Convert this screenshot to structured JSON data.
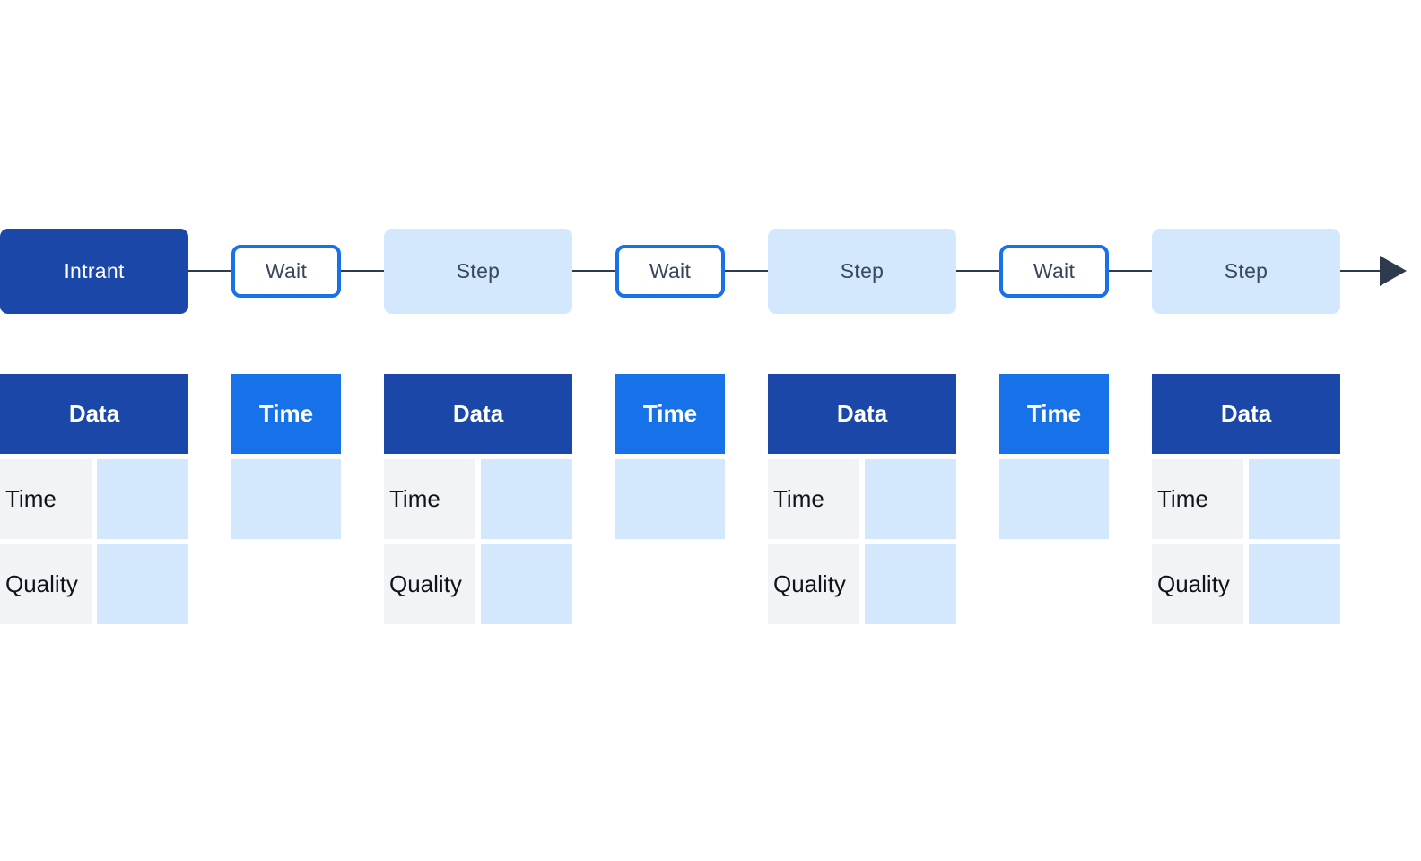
{
  "colors": {
    "input_fill": "#1a47a8",
    "step_fill": "#d4e8fd",
    "wait_border": "#1772ea",
    "data_header": "#1a47a8",
    "time_header": "#1772ea",
    "label_fill": "#f2f3f6",
    "value_fill": "#d4e8fd",
    "connector": "#2e3a4e"
  },
  "flow": [
    {
      "kind": "input",
      "label": "Intrant"
    },
    {
      "kind": "wait",
      "label": "Wait"
    },
    {
      "kind": "step",
      "label": "Step"
    },
    {
      "kind": "wait",
      "label": "Wait"
    },
    {
      "kind": "step",
      "label": "Step"
    },
    {
      "kind": "wait",
      "label": "Wait"
    },
    {
      "kind": "step",
      "label": "Step"
    }
  ],
  "tables": [
    {
      "kind": "data",
      "header": "Data",
      "rows": [
        {
          "label": "Time"
        },
        {
          "label": "Quality"
        }
      ]
    },
    {
      "kind": "time",
      "header": "Time"
    },
    {
      "kind": "data",
      "header": "Data",
      "rows": [
        {
          "label": "Time"
        },
        {
          "label": "Quality"
        }
      ]
    },
    {
      "kind": "time",
      "header": "Time"
    },
    {
      "kind": "data",
      "header": "Data",
      "rows": [
        {
          "label": "Time"
        },
        {
          "label": "Quality"
        }
      ]
    },
    {
      "kind": "time",
      "header": "Time"
    },
    {
      "kind": "data",
      "header": "Data",
      "rows": [
        {
          "label": "Time"
        },
        {
          "label": "Quality"
        }
      ]
    }
  ]
}
